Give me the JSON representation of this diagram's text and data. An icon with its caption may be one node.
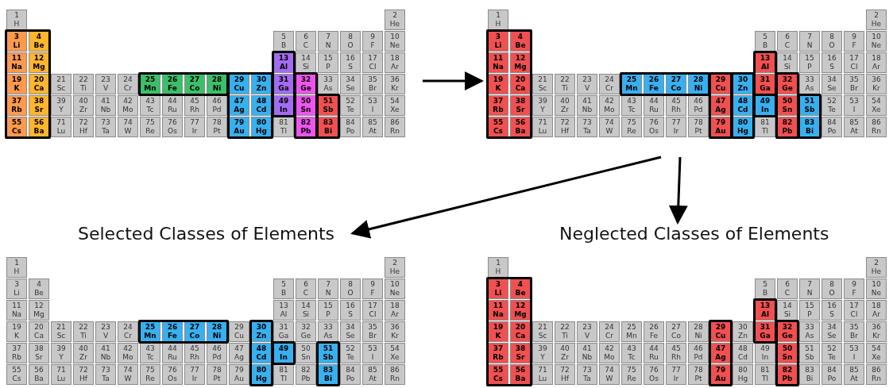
{
  "diagram": {
    "nodes": [
      {
        "text": [
          "1 H",
          "2 He",
          "3 Li",
          "4 Be",
          "5 B",
          "6 C",
          "7 N",
          "8 O",
          "9 F",
          "10 Ne",
          "11 Na",
          "12 Mg",
          "13 Al",
          "14 Si",
          "15 P",
          "16 S",
          "17 Cl",
          "18 Ar",
          "19 K",
          "20 Ca",
          "21 Sc",
          "22 Ti",
          "23 V",
          "24 Cr",
          "25 Mn",
          "26 Fe",
          "27 Co",
          "28 Ni",
          "29 Cu",
          "30 Zn",
          "31 Ga",
          "32 Ge",
          "33 As",
          "34 Se",
          "35 Br",
          "36 Kr",
          "37 Rb",
          "38 Sr",
          "39 Y",
          "40 Zr",
          "41 Nb",
          "42 Mo",
          "43 Tc",
          "44 Ru",
          "45 Rh",
          "46 Pd",
          "47 Ag",
          "48 Cd",
          "49 In",
          "50 Sn",
          "51 Sb",
          "52 Te",
          "53 I",
          "54 Xe",
          "55 Cs",
          "56 Ba",
          "71 Lu",
          "72 Hf",
          "73 Ta",
          "74 W",
          "75 Re",
          "76 Os",
          "77 Ir",
          "78 Pt",
          "79 Au",
          "80 Hg",
          "81 Tl",
          "82 Pb",
          "83 Bi",
          "84 Po",
          "85 At",
          "86 Rn"
        ]
      },
      {
        "text": [
          "1 H",
          "2 He",
          "3 Li",
          "4 Be",
          "5 B",
          "6 C",
          "7 N",
          "8 O",
          "9 F",
          "10 Ne",
          "11 Na",
          "12 Mg",
          "13 Al",
          "14 Si",
          "15 P",
          "16 S",
          "17 Cl",
          "18 Ar",
          "19 K",
          "20 Ca",
          "21 Sc",
          "22 Ti",
          "23 V",
          "24 Cr",
          "25 Mn",
          "26 Fe",
          "27 Co",
          "28 Ni",
          "29 Cu",
          "30 Zn",
          "31 Ga",
          "32 Ge",
          "33 As",
          "34 Se",
          "35 Br",
          "36 Kr",
          "37 Rb",
          "38 Sr",
          "39 Y",
          "40 Zr",
          "41 Nb",
          "42 Mo",
          "43 Tc",
          "44 Ru",
          "45 Rh",
          "46 Pd",
          "47 Ag",
          "48 Cd",
          "49 In",
          "50 Sn",
          "51 Sb",
          "52 Te",
          "53 I",
          "54 Xe",
          "55 Cs",
          "56 Ba",
          "71 Lu",
          "72 Hf",
          "73 Ta",
          "74 W",
          "75 Re",
          "76 Os",
          "77 Ir",
          "78 Pt",
          "79 Au",
          "80 Hg",
          "81 Tl",
          "82 Pb",
          "83 Bi",
          "84 Po",
          "85 At",
          "86 Rn"
        ]
      },
      {
        "text": [
          "1 H",
          "2 He",
          "3 Li",
          "4 Be",
          "5 B",
          "6 C",
          "7 N",
          "8 O",
          "9 F",
          "10 Ne",
          "11 Na",
          "12 Mg",
          "13 Al",
          "14 Si",
          "15 P",
          "16 S",
          "17 Cl",
          "18 Ar",
          "19 K",
          "20 Ca",
          "21 Sc",
          "22 Ti",
          "23 V",
          "24 Cr",
          "25 Mn",
          "26 Fe",
          "27 Co",
          "28 Ni",
          "29 Cu",
          "30 Zn",
          "31 Ga",
          "32 Ge",
          "33 As",
          "34 Se",
          "35 Br",
          "36 Kr",
          "37 Rb",
          "38 Sr",
          "39 Y",
          "40 Zr",
          "41 Nb",
          "42 Mo",
          "43 Tc",
          "44 Ru",
          "45 Rh",
          "46 Pd",
          "47 Ag",
          "48 Cd",
          "49 In",
          "50 Sn",
          "51 Sb",
          "52 Te",
          "53 I",
          "54 Xe",
          "55 Cs",
          "56 Ba",
          "71 Lu",
          "72 Hf",
          "73 Ta",
          "74 W",
          "75 Re",
          "76 Os",
          "77 Ir",
          "78 Pt",
          "79 Au",
          "80 Hg",
          "81 Tl",
          "82 Pb",
          "83 Bi",
          "84 Po",
          "85 At",
          "86 Rn"
        ],
        "beside": [
          "Selected Classes of Elements"
        ]
      },
      {
        "text": [
          "1 H",
          "2 He",
          "3 Li",
          "4 Be",
          "5 B",
          "6 C",
          "7 N",
          "8 O",
          "9 F",
          "10 Ne",
          "11 Na",
          "12 Mg",
          "13 Al",
          "14 Si",
          "15 P",
          "16 S",
          "17 Cl",
          "18 Ar",
          "19 K",
          "20 Ca",
          "21 Sc",
          "22 Ti",
          "23 V",
          "24 Cr",
          "25 Mn",
          "26 Fe",
          "27 Co",
          "28 Ni",
          "29 Cu",
          "30 Zn",
          "31 Ga",
          "32 Ge",
          "33 As",
          "34 Se",
          "35 Br",
          "36 Kr",
          "37 Rb",
          "38 Sr",
          "39 Y",
          "40 Zr",
          "41 Nb",
          "42 Mo",
          "43 Tc",
          "44 Ru",
          "45 Rh",
          "46 Pd",
          "47 Ag",
          "48 Cd",
          "49 In",
          "50 Sn",
          "51 Sb",
          "52 Te",
          "53 I",
          "54 Xe",
          "55 Cs",
          "56 Ba",
          "71 Lu",
          "72 Hf",
          "73 Ta",
          "74 W",
          "75 Re",
          "76 Os",
          "77 Ir",
          "78 Pt",
          "79 Au",
          "80 Hg",
          "81 Tl",
          "82 Pb",
          "83 Bi",
          "84 Po",
          "85 At",
          "86 Rn"
        ],
        "beside": [
          "Neglected Classes of Elements"
        ]
      }
    ],
    "edges": [
      {
        "from": 0,
        "to": 1,
        "arrow": "to"
      },
      {
        "from": 1,
        "to": 2,
        "arrow": "to"
      },
      {
        "from": 1,
        "to": 3,
        "arrow": "to"
      }
    ]
  }
}
